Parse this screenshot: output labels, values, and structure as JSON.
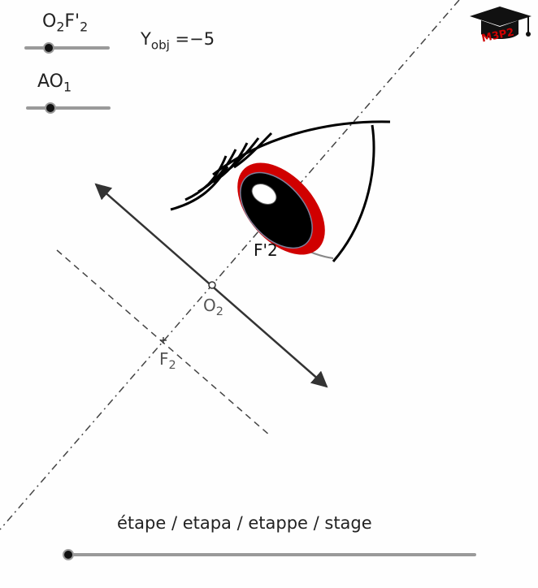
{
  "sliders": {
    "o2f2": {
      "label_main": "O",
      "label_sub1": "2",
      "label_mid": "F'",
      "label_sub2": "2",
      "value": 0.2
    },
    "ao1": {
      "label_main": "AO",
      "label_sub": "1",
      "value": 0.3
    },
    "stage": {
      "label": "étape / etapa / etappe / stage",
      "value": 0.0
    }
  },
  "readout": {
    "prefix": "Y",
    "sub": "obj",
    "suffix": " =−5"
  },
  "points": {
    "o2": {
      "main": "O",
      "sub": "2"
    },
    "f2": {
      "main": "F",
      "sub": "2"
    },
    "f2_prime": {
      "label": "F'2"
    }
  },
  "logo": {
    "text": "M3P2"
  },
  "colors": {
    "iris": "#d00000",
    "pupil": "#000000",
    "axis": "#444444",
    "slider": "#9a9a9a"
  },
  "icons": {
    "logo": "graduation-cap-icon",
    "eye": "eye-icon"
  }
}
